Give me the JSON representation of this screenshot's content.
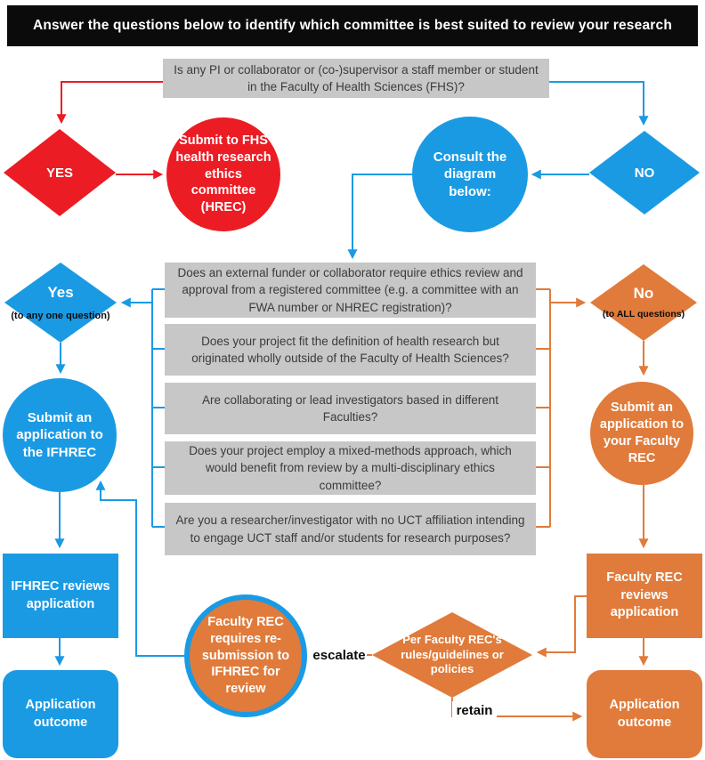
{
  "header": {
    "title": "Answer the questions below to identify which committee is best suited to review your research"
  },
  "top": {
    "question": "Is any PI or collaborator or (co-)supervisor a staff member or student in the Faculty of Health Sciences (FHS)?",
    "yes_label": "YES",
    "no_label": "NO",
    "hrec_action": "Submit to FHS health research ethics committee (HREC)",
    "consult_action": "Consult the diagram below:"
  },
  "questions": [
    "Does an external funder or collaborator require ethics review and approval from a registered committee (e.g. a committee with an FWA number or NHREC registration)?",
    "Does your project fit the definition of health research but originated wholly outside of the Faculty of Health Sciences?",
    "Are collaborating or lead investigators based in different Faculties?",
    "Does your project employ a mixed-methods approach, which would benefit from review by a multi-disciplinary ethics committee?",
    "Are you a researcher/investigator with no UCT affiliation intending to engage UCT staff and/or students for research purposes?"
  ],
  "left_branch": {
    "decision": "Yes",
    "decision_note": "(to any one question)",
    "submit": "Submit an application to the IFHREC",
    "review": "IFHREC reviews application",
    "outcome": "Application outcome"
  },
  "right_branch": {
    "decision": "No",
    "decision_note": "(to ALL questions)",
    "submit": "Submit an application to your Faculty REC",
    "review": "Faculty REC reviews application",
    "outcome": "Application outcome"
  },
  "bottom": {
    "resubmit": "Faculty REC requires re-submission to IFHREC for review",
    "policy": "Per Faculty REC's rules/guidelines or policies",
    "escalate_label": "escalate",
    "retain_label": "retain"
  },
  "colors": {
    "red": "#ec1c24",
    "blue": "#1b9ae4",
    "orange": "#e07b3b",
    "gray_box": "#c7c7c7",
    "header_bg": "#0b0b0b"
  }
}
